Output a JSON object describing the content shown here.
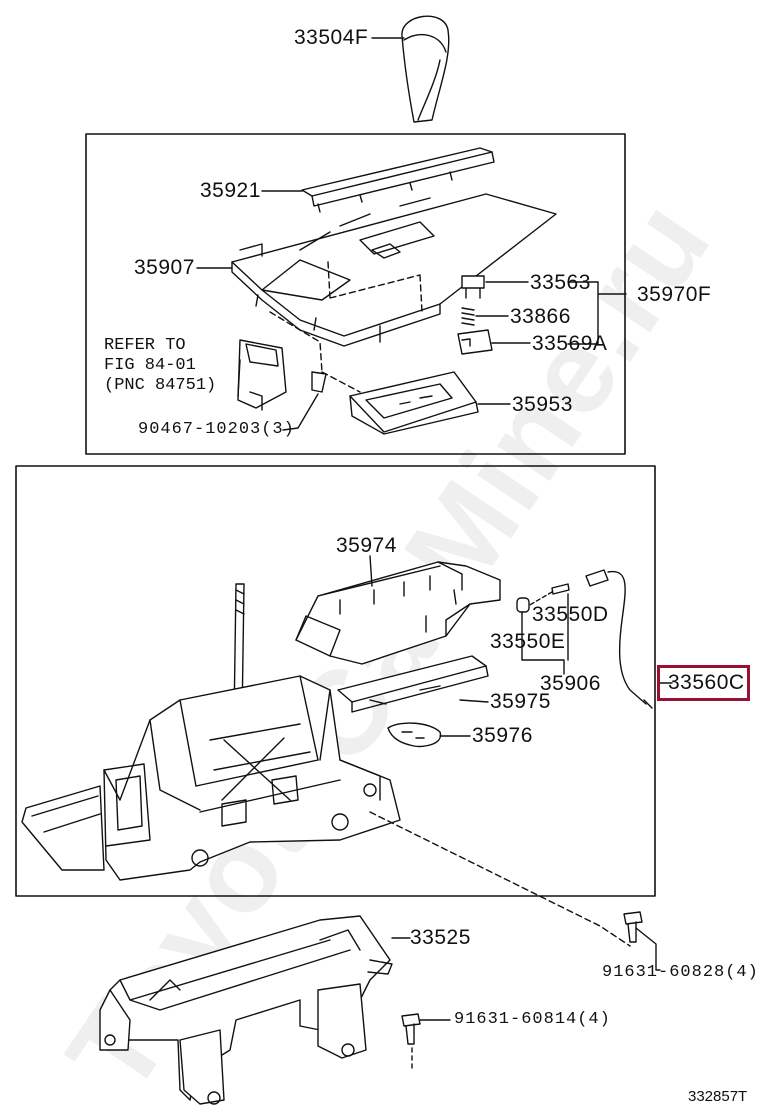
{
  "watermark": "ToyotaCarMine.ru",
  "drawing_id": "332857T",
  "refer_note": {
    "line1": "REFER TO",
    "line2": "FIG 84-01",
    "line3": "(PNC 84751)"
  },
  "highlight_color": "#9a1030",
  "parts": {
    "knob": "33504F",
    "upper_panel_assy": "35970F",
    "p35921": "35921",
    "p35907": "35907",
    "p33563": "33563",
    "p33866": "33866",
    "p33569A": "33569A",
    "p35953": "35953",
    "screw_top": "90467-10203(3)",
    "p35974": "35974",
    "p33550D": "33550D",
    "p33550E": "33550E",
    "p35906": "35906",
    "p33560C": "33560C",
    "p35975": "35975",
    "p35976": "35976",
    "p33525": "33525",
    "bolt_a": "91631-60828(4)",
    "bolt_b": "91631-60814(4)"
  }
}
